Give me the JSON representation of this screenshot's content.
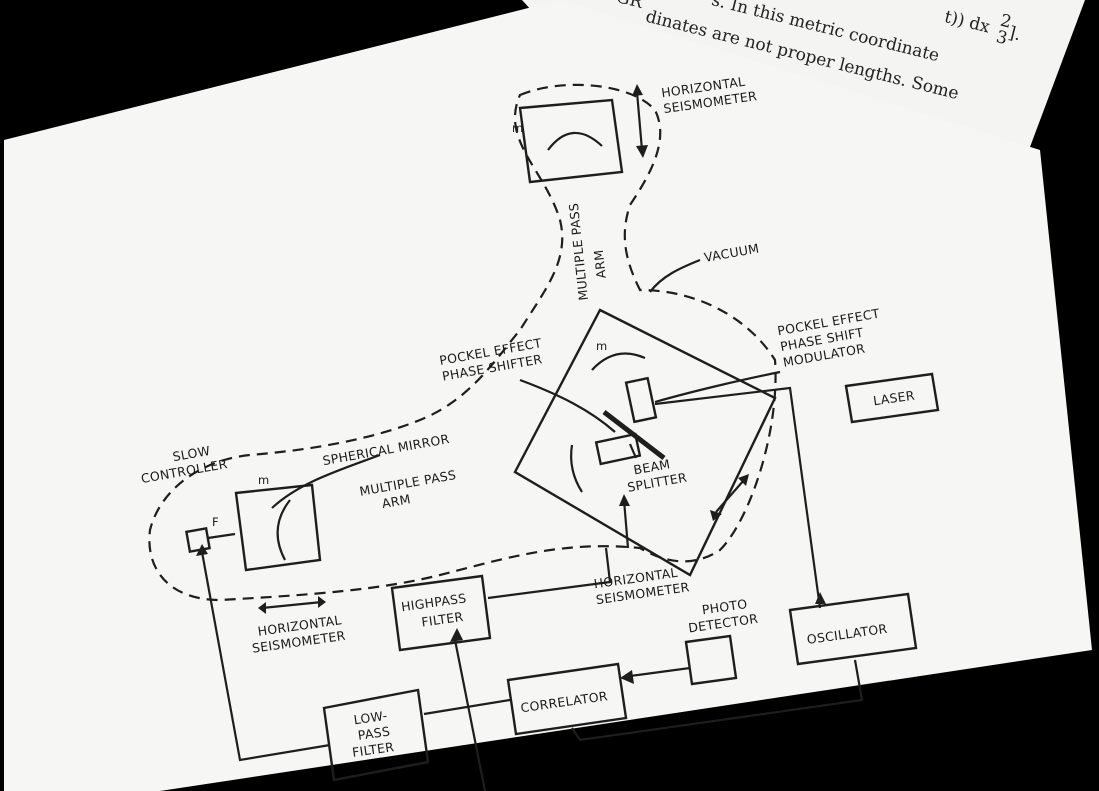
{
  "scrap": {
    "line1_text": "s.  In this metric coordinate",
    "line2_text": "dinates are not proper lengths.  Some",
    "section_text": "(V.  GR",
    "formula_tail": "t)) dx",
    "formula_sup": "2",
    "formula_sub": "3",
    "formula_bracket": "]."
  },
  "labels": {
    "horizontal_seismometer_top": [
      "HORIZONTAL",
      "SEISMOMETER"
    ],
    "multiple_pass_arm_vertical": [
      "MULTIPLE PASS",
      "ARM"
    ],
    "vacuum": "VACUUM",
    "pockel_phase_shifter": [
      "POCKEL EFFECT",
      "PHASE SHIFTER"
    ],
    "pockel_modulator": [
      "POCKEL EFFECT",
      "PHASE SHIFT",
      "MODULATOR"
    ],
    "laser": "LASER",
    "slow_controller": [
      "SLOW",
      "CONTROLLER"
    ],
    "spherical_mirror": "SPHERICAL MIRROR",
    "multiple_pass_arm_horizontal": [
      "MULTIPLE PASS",
      "ARM"
    ],
    "beam_splitter": [
      "BEAM",
      "SPLITTER"
    ],
    "horizontal_seismometer_left": [
      "HORIZONTAL",
      "SEISMOMETER"
    ],
    "highpass_filter": [
      "HIGHPASS",
      "FILTER"
    ],
    "horizontal_seismometer_mid": [
      "HORIZONTAL",
      "SEISMOMETER"
    ],
    "photo_detector": [
      "PHOTO",
      "DETECTOR"
    ],
    "oscillator": "OSCILLATOR",
    "correlator": "CORRELATOR",
    "low_pass_filter": [
      "LOW-",
      "PASS",
      "FILTER"
    ],
    "mass_m": "m",
    "force_f": "F"
  }
}
